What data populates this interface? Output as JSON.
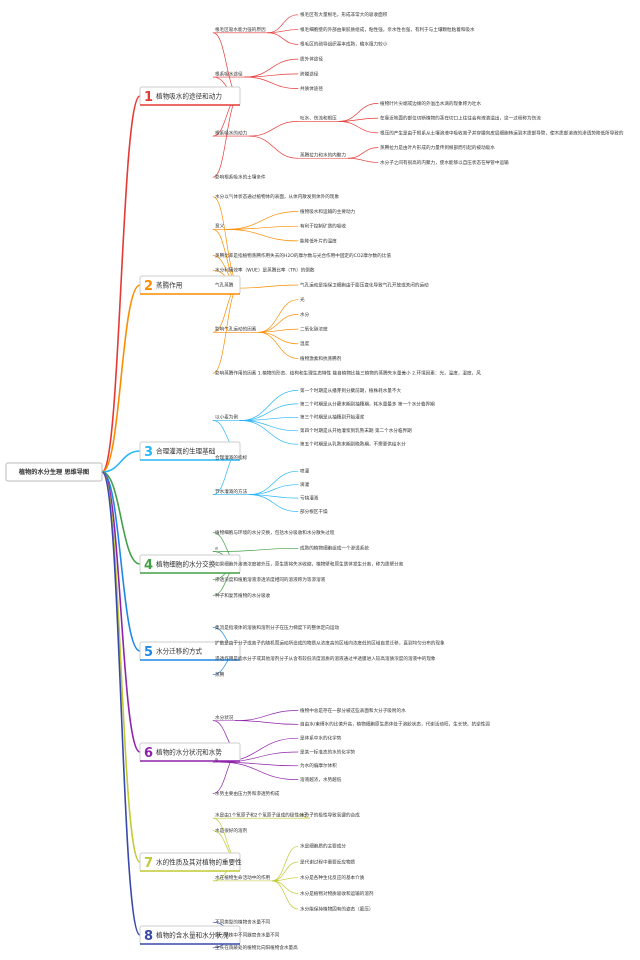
{
  "root": "植物的水分生理 思维导图",
  "branches": [
    {
      "num": "1",
      "title": "植物吸水的途径和动力",
      "color": "#e53935",
      "children": [
        {
          "text": "根毛区吸水能力强的原因",
          "children": [
            {
              "text": "根毛区有大量根毛，形成非常大的吸收面积"
            },
            {
              "text": "根毛细胞壁的外部由果胶质组成，粘性强，亲水性也强，有利于与土壤颗粒粘着和吸水"
            },
            {
              "text": "根毛区的疏导组织基本成熟，输水阻力较小"
            }
          ]
        },
        {
          "text": "根系吸水途径",
          "children": [
            {
              "text": "质外体途径"
            },
            {
              "text": "跨膜途径"
            },
            {
              "text": "共质体途径"
            }
          ]
        },
        {
          "text": "根系吸水的动力",
          "children": [
            {
              "text": "吐水、伤流和根压",
              "children": [
                {
                  "text": "植物叶片尖端或边缘的外溢出水滴的现象称为吐水"
                },
                {
                  "text": "在靠近地面的部位切断植物的茎在切口上往往会有液滴溢出，这一过程称为伤流"
                },
                {
                  "text": "根压的产生是由于根系从土壤溶液中吸收离子并穿膜向皮层细胞转运到木质部导管，使木质部溶液的渗透势降低所导致的"
                }
              ]
            },
            {
              "text": "蒸腾拉力和水的内聚力",
              "children": [
                {
                  "text": "蒸腾拉力是由叶片形成的力量传到根部而引起的被动吸水"
                },
                {
                  "text": "水分子之间有很高的内聚力，使水能够以自压状态在导管中运输"
                }
              ]
            }
          ]
        },
        {
          "text": "影响根系吸水的土壤条件"
        }
      ]
    },
    {
      "num": "2",
      "title": "蒸腾作用",
      "color": "#fb8c00",
      "children": [
        {
          "text": "水分以气体状态通过植物体的表面，从体内散发到体外的现象"
        },
        {
          "text": "意义",
          "children": [
            {
              "text": "植物吸水和运输的主要动力"
            },
            {
              "text": "有利于控制矿质的吸收"
            },
            {
              "text": "能降低叶片的温度"
            }
          ]
        },
        {
          "text": "蒸腾比率是指植物蒸腾作用失去的H2O的摩尔数与光合作用中固定的CO2摩尔数的比值"
        },
        {
          "text": "水分利用效率（WUE）是蒸腾比率（TR）的倒数"
        },
        {
          "text": "气孔蒸腾",
          "children": [
            {
              "text": "气孔运动是指保卫细胞由于膨压变化导致气孔开放或关闭的运动"
            }
          ]
        },
        {
          "text": "影响气孔运动的因素",
          "children": [
            {
              "text": "光"
            },
            {
              "text": "水分"
            },
            {
              "text": "二氧化碳浓度"
            },
            {
              "text": "温度"
            },
            {
              "text": "植物激素和抗蒸腾剂"
            }
          ]
        },
        {
          "text": "影响蒸腾作用的因素 1.植物的形态、结构和生理生态特性 能自植物比能三植物的蒸腾失水量差小 2.环境因素：光，温度，湿度，风"
        }
      ]
    },
    {
      "num": "3",
      "title": "合理灌溉的生理基础",
      "color": "#29b6f6",
      "children": [
        {
          "text": "以小麦为例",
          "children": [
            {
              "text": "第一个时期是从播芽到分蘖前期，植株耗水量不大"
            },
            {
              "text": "第二个时期是从分蘖末期到抽穗期，耗水量最多 第一个水分临界期"
            },
            {
              "text": "第三个时期是从抽穗到开始灌浆"
            },
            {
              "text": "第四个时期是从开始灌浆到乳熟末期 第二个水分临界期"
            },
            {
              "text": "第五个时期是从乳熟末期到晚熟期，不需要供给水分"
            }
          ]
        },
        {
          "text": "合理灌溉的指标"
        },
        {
          "text": "节水灌溉的方法",
          "children": [
            {
              "text": "喷灌"
            },
            {
              "text": "滴灌"
            },
            {
              "text": "亏缺灌溉"
            },
            {
              "text": "部分根区干燥"
            }
          ]
        }
      ]
    },
    {
      "num": "4",
      "title": "植物细胞的水分交换",
      "color": "#43a047",
      "children": [
        {
          "text": "植物细胞与环境的水分交换，包括水分吸收和水分散失过程"
        },
        {
          "text": "a",
          "children": [
            {
              "text": "成熟的植物细胞组成一个渗透系统"
            }
          ]
        },
        {
          "text": "如果细胞外溶液浓度被外压，原生质将失水收缩，植物壁和原生质体发生分离，称为质壁分离"
        },
        {
          "text": "渗透浓度和植胞溶液渗透浓度相同的溶液称为等渗溶液"
        },
        {
          "text": "种子和复苏植物的水分吸收"
        }
      ]
    },
    {
      "num": "5",
      "title": "水分迁移的方式",
      "color": "#1e88e5",
      "children": [
        {
          "text": "集流是指液体的溶质和溶剂分子在压力梯度下的整体定向运动"
        },
        {
          "text": "扩散是由于分子或离子的随机而运动所造成的物质从浓度高的区域向浓度低的区域自发迁移，直到均匀分布的现象"
        },
        {
          "text": "渗透作用是指水分子或其他溶剂分子从含有较低浓度溶质的溶液通过半透膜进入较高溶质浓度的溶液中的现象"
        },
        {
          "text": "蒸腾"
        }
      ]
    },
    {
      "num": "6",
      "title": "植物的水分状况和水势",
      "color": "#8e24aa",
      "children": [
        {
          "text": "水分状况",
          "children": [
            {
              "text": "植物中总是存在一部分被这些表面和大分子吸附的水"
            },
            {
              "text": "自由水/束缚水的比值升高，植物细胞原生质体处于溶胶状态，代谢活动旺，生长快，抗逆性弱"
            }
          ]
        },
        {
          "text": "a",
          "children": [
            {
              "text": "是体系中水的化学势"
            },
            {
              "text": "是某一标准态的水的化学势"
            },
            {
              "text": "为水的偏摩尔体积"
            },
            {
              "text": "溶液越浓，水势越低"
            }
          ]
        },
        {
          "text": "水势主要由压力势和渗透势构成"
        }
      ]
    },
    {
      "num": "7",
      "title": "水的性质及其对植物的重要性",
      "color": "#c0ca33",
      "children": [
        {
          "text": "水是由1个氧原子和2个氢原子组成的极性分子",
          "children": [
            {
              "text": "水分子的极性导致氢键的合成"
            }
          ]
        },
        {
          "text": "水是很好的溶剂"
        },
        {
          "text": "水在植物生命活动中的作用",
          "children": [
            {
              "text": "水是细胞质的主要成分"
            },
            {
              "text": "是代谢过程中重要反应物质"
            },
            {
              "text": "水分是各种生化反应的基本介质"
            },
            {
              "text": "水分是植物对物质吸收和运输的溶剂"
            },
            {
              "text": "水分能保持植物固有的姿态（膨压）"
            }
          ]
        }
      ]
    },
    {
      "num": "8",
      "title": "植物的含水量和水分状况",
      "color": "#3949ab",
      "children": [
        {
          "text": "不同类型的植物含水量不同"
        },
        {
          "text": "同一植株中不同器官含水量不同"
        },
        {
          "text": "生长在荫蔽处的植物比向阳植物含水量高"
        }
      ]
    }
  ]
}
